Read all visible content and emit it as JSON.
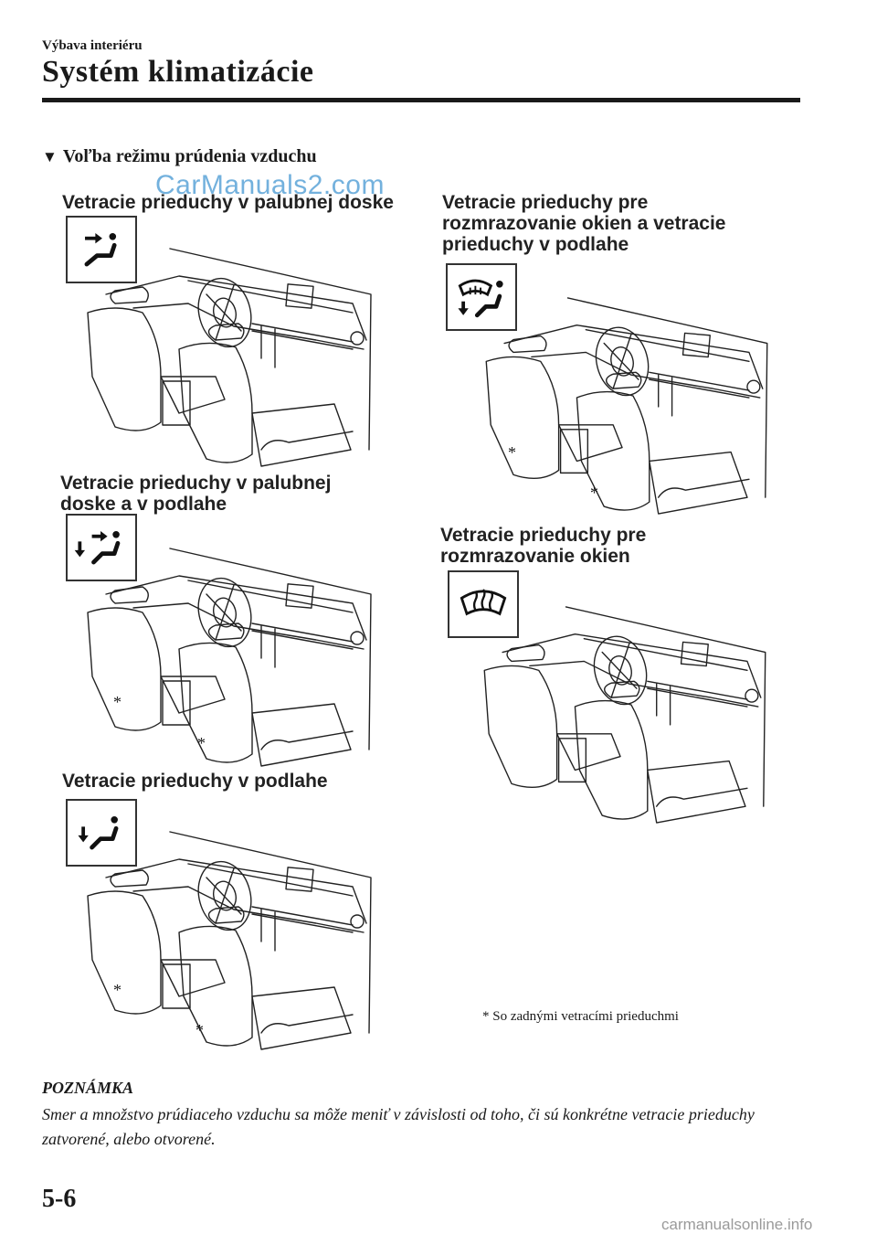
{
  "header": {
    "section": "Výbava interiéru",
    "title": "Systém klimatizácie"
  },
  "watermark": "CarManuals2.com",
  "section_heading": {
    "marker": "▼",
    "text": "Voľba režimu prúdenia vzduchu"
  },
  "modes": [
    {
      "label": "Vetracie prieduchy v palubnej doske",
      "icon": "dashboard-vent-icon"
    },
    {
      "label": "Vetracie prieduchy v palubnej\ndoske a v podlahe",
      "icon": "bi-level-vent-icon"
    },
    {
      "label": "Vetracie prieduchy v podlahe",
      "icon": "floor-vent-icon"
    },
    {
      "label": "Vetracie prieduchy pre\nrozmrazovanie okien a vetracie\nprieduchy v podlahe",
      "icon": "floor-defrost-vent-icon"
    },
    {
      "label": "Vetracie prieduchy pre\nrozmrazovanie okien",
      "icon": "defrost-vent-icon"
    }
  ],
  "rear_vent_marker": "*",
  "footnote": "* So zadnými vetracími prieduchmi",
  "note": {
    "title": "POZNÁMKA",
    "body": "Smer a množstvo prúdiaceho vzduchu sa môže meniť v závislosti od toho, či sú konkrétne vetracie prieduchy zatvorené, alebo otvorené."
  },
  "page_number": "5-6",
  "footer_url": "carmanualsonline.info"
}
